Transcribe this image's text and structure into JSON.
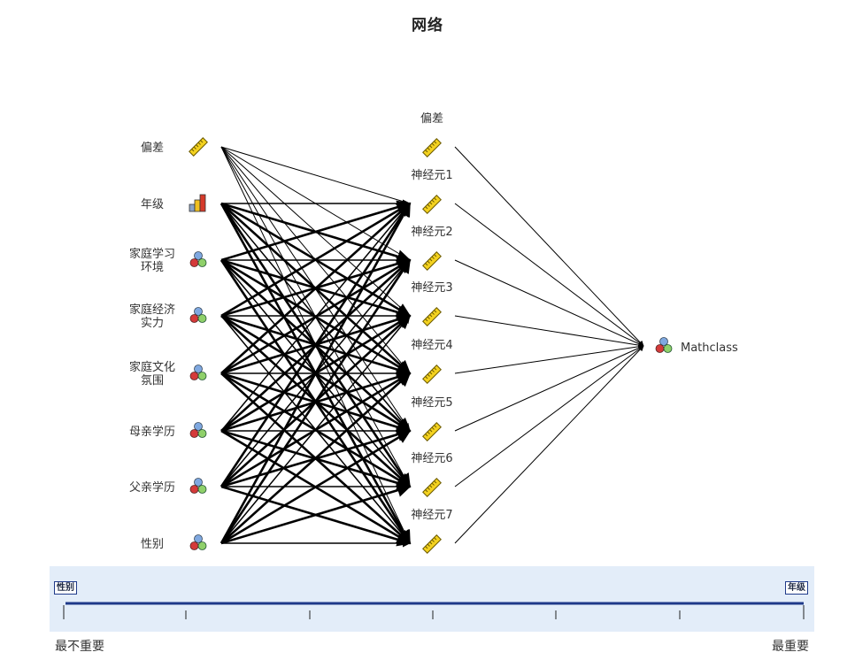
{
  "title": "网络",
  "input_layer": [
    {
      "label": "偏差",
      "icon": "ruler-icon"
    },
    {
      "label": "年级",
      "icon": "ordinal-bar-icon"
    },
    {
      "label": "家庭学习\n环境",
      "icon": "nominal-balls-icon"
    },
    {
      "label": "家庭经济\n实力",
      "icon": "nominal-balls-icon"
    },
    {
      "label": "家庭文化\n氛围",
      "icon": "nominal-balls-icon"
    },
    {
      "label": "母亲学历",
      "icon": "nominal-balls-icon"
    },
    {
      "label": "父亲学历",
      "icon": "nominal-balls-icon"
    },
    {
      "label": "性别",
      "icon": "nominal-balls-icon"
    }
  ],
  "hidden_layer": [
    {
      "label": "偏差"
    },
    {
      "label": "神经元1"
    },
    {
      "label": "神经元2"
    },
    {
      "label": "神经元3"
    },
    {
      "label": "神经元4"
    },
    {
      "label": "神经元5"
    },
    {
      "label": "神经元6"
    },
    {
      "label": "神经元7"
    }
  ],
  "output": {
    "label": "Mathclass",
    "icon": "nominal-balls-icon"
  },
  "importance_scale": {
    "min_tag": "性别",
    "max_tag": "年级",
    "min_label": "最不重要",
    "max_label": "最重要"
  },
  "colors": {
    "line": "#000000",
    "scale_bar": "#1f3a8a",
    "band": "#e3edf9"
  }
}
